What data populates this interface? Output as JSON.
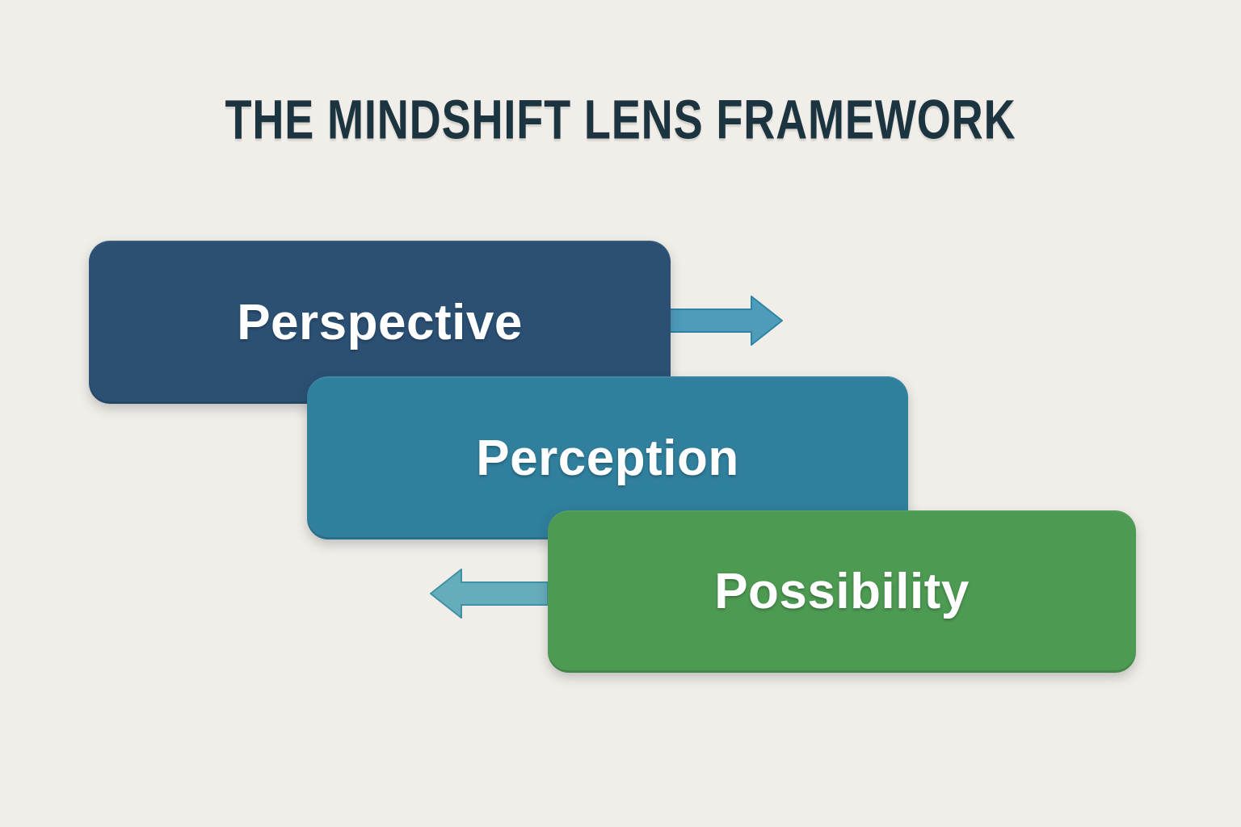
{
  "title": "THE MINDSHIFT LENS FRAMEWORK",
  "boxes": [
    {
      "label": "Perspective",
      "color": "#2b5074"
    },
    {
      "label": "Perception",
      "color": "#2f7f9d"
    },
    {
      "label": "Possibility",
      "color": "#4d9a52"
    }
  ],
  "arrows": [
    {
      "name": "right-arrow",
      "direction": "right",
      "fill": "#4e9cba",
      "stroke": "#2e84a4"
    },
    {
      "name": "left-arrow",
      "direction": "left",
      "fill": "#66adbb",
      "stroke": "#3f91a5"
    }
  ],
  "colors": {
    "background": "#f1eee9",
    "title_text": "#1c3440",
    "box_text": "#ffffff"
  }
}
